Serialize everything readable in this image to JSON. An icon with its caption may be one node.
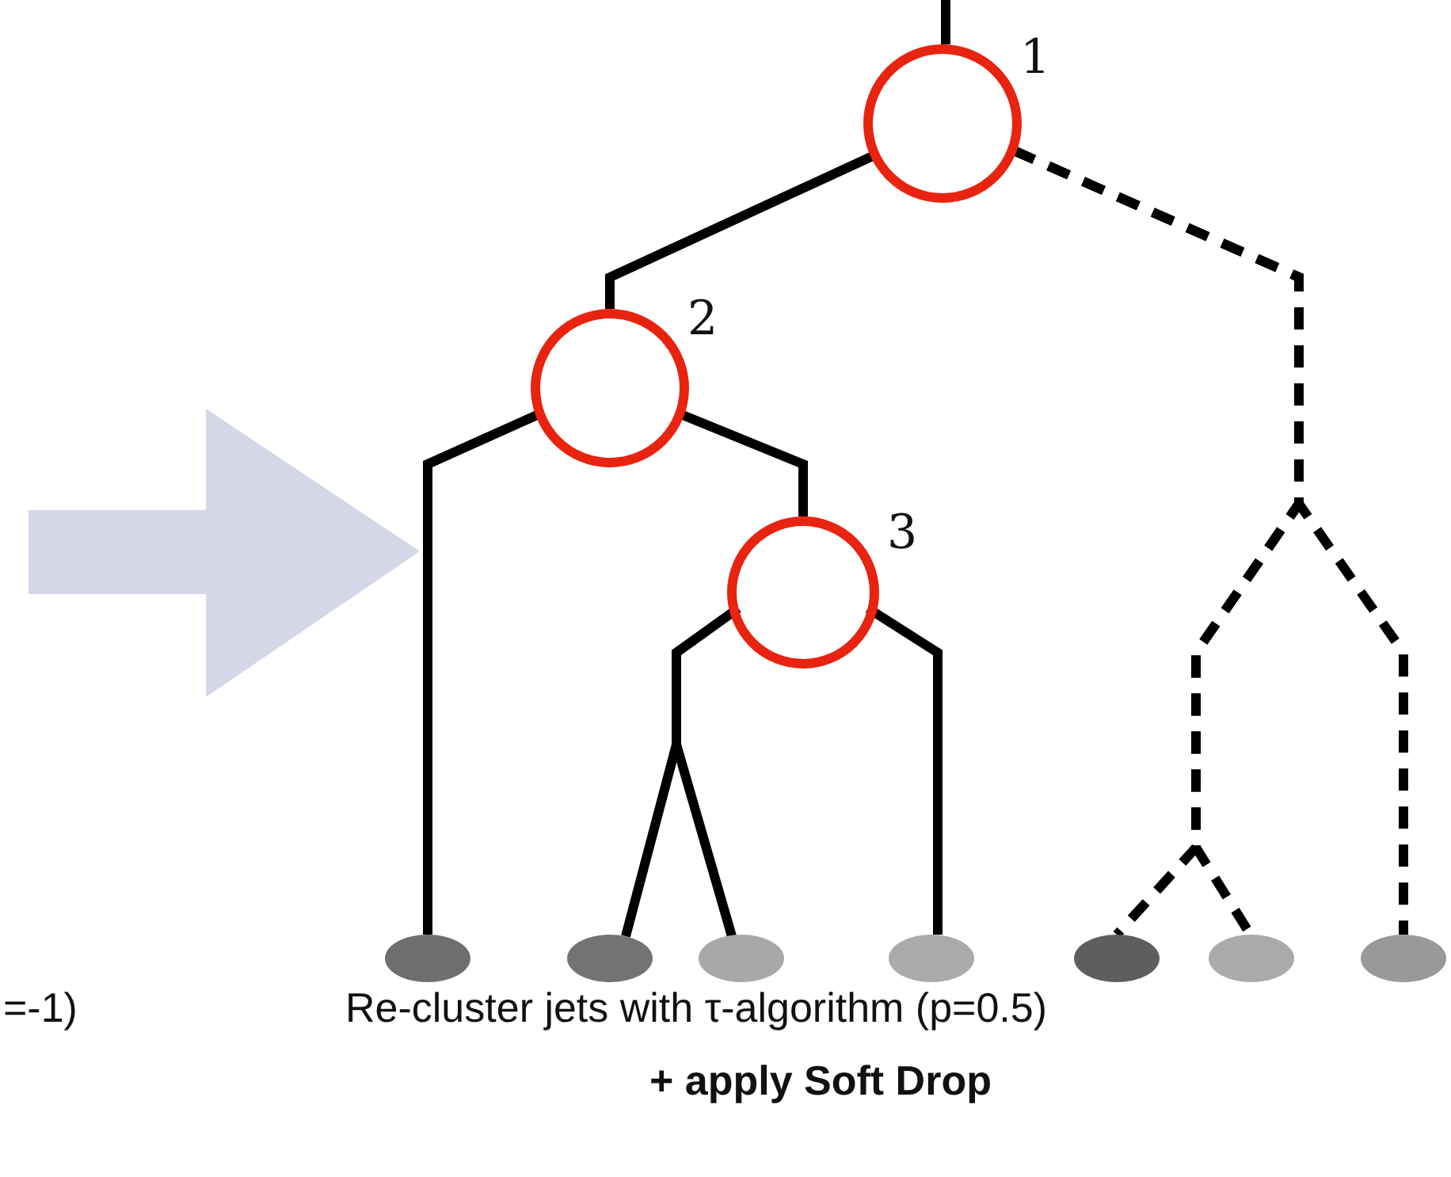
{
  "diagram": {
    "nodes": [
      {
        "text": [],
        "shape": "circle",
        "beside": [
          "1"
        ]
      },
      {
        "text": [],
        "shape": "circle",
        "beside": [
          "2"
        ]
      },
      {
        "text": [],
        "shape": "circle",
        "beside": [
          "3"
        ]
      },
      {
        "text": [],
        "shape": "ellipse"
      },
      {
        "text": [],
        "shape": "ellipse"
      },
      {
        "text": [],
        "shape": "ellipse"
      },
      {
        "text": [],
        "shape": "ellipse"
      },
      {
        "text": [],
        "shape": "ellipse"
      },
      {
        "text": [],
        "shape": "ellipse"
      },
      {
        "text": [],
        "shape": "ellipse"
      }
    ],
    "edges": [
      {
        "from": null,
        "to": 0,
        "arrow": "none"
      },
      {
        "from": 0,
        "to": 1,
        "arrow": "none"
      },
      {
        "from": 0,
        "to": 7,
        "arrow": "none",
        "style": "dashed"
      },
      {
        "from": 0,
        "to": 8,
        "arrow": "none",
        "style": "dashed"
      },
      {
        "from": 0,
        "to": 9,
        "arrow": "none",
        "style": "dashed"
      },
      {
        "from": 1,
        "to": 3,
        "arrow": "none"
      },
      {
        "from": 1,
        "to": 2,
        "arrow": "none"
      },
      {
        "from": 2,
        "to": 4,
        "arrow": "none"
      },
      {
        "from": 2,
        "to": 5,
        "arrow": "none"
      },
      {
        "from": 2,
        "to": 6,
        "arrow": "none"
      }
    ],
    "labels": [
      "=-1)",
      "Re-cluster jets with τ-algorithm (p=0.5)",
      "+ apply Soft Drop"
    ]
  }
}
